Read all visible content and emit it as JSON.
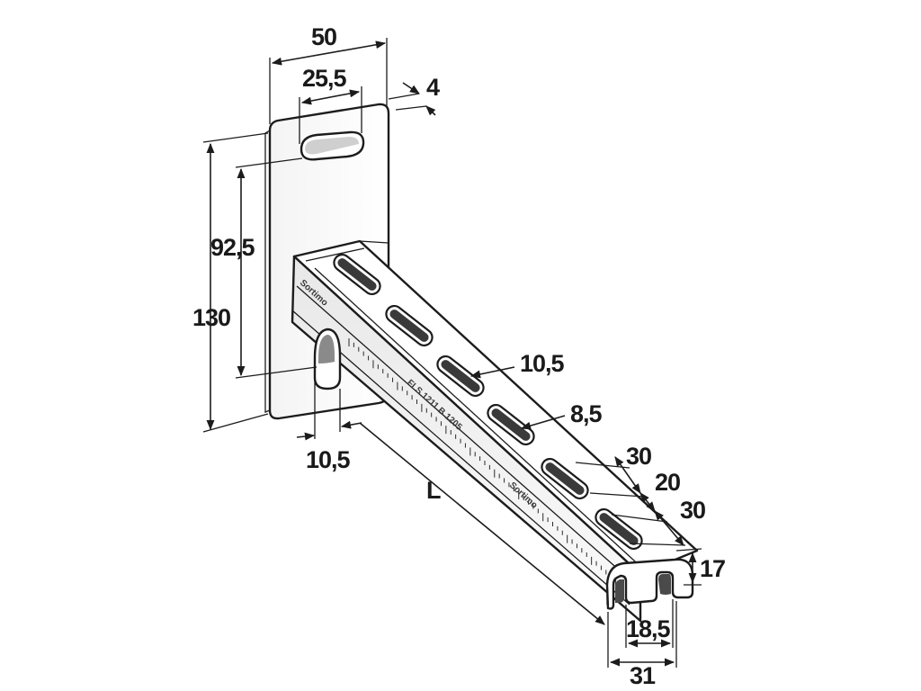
{
  "dimensions": {
    "plate_width": "50",
    "slot_width": "25,5",
    "thickness": "4",
    "plate_height": "130",
    "slot_spacing": "92,5",
    "side_slot_width": "10,5",
    "top_slot_width": "10,5",
    "top_slot_small": "8,5",
    "slot_length_a": "30",
    "slot_gap": "20",
    "slot_length_b": "30",
    "profile_height": "17",
    "profile_opening": "18,5",
    "profile_width": "31",
    "length": "L"
  },
  "colors": {
    "line": "#1c1c1c",
    "fill": "#ffffff",
    "shade": "#d9d9d9",
    "dark": "#555555"
  }
}
